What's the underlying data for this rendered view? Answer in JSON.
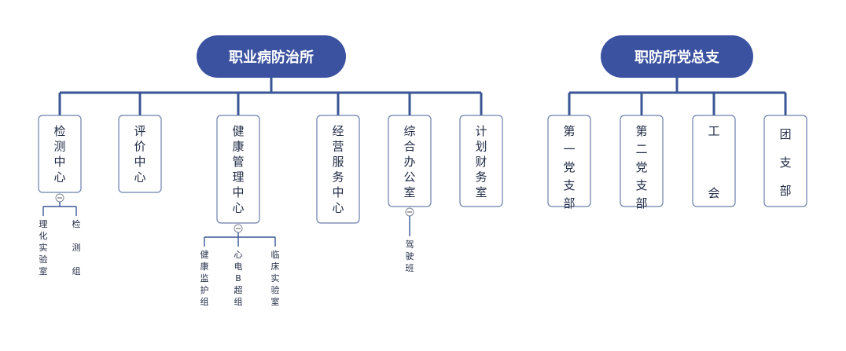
{
  "roots": [
    {
      "label": "职业病防治所",
      "children": [
        {
          "label": "检测中心",
          "subs": [
            "理化实验室",
            "检测组"
          ]
        },
        {
          "label": "评价中心",
          "subs": []
        },
        {
          "label": "健康管理中心",
          "subs": [
            "健康监护组",
            "心电B超组",
            "临床实验室"
          ]
        },
        {
          "label": "经营服务中心",
          "subs": []
        },
        {
          "label": "综合办公室",
          "subs": [
            "驾驶班"
          ]
        },
        {
          "label": "计划财务室",
          "subs": []
        }
      ]
    },
    {
      "label": "职防所党总支",
      "children": [
        {
          "label": "第一党支部",
          "subs": []
        },
        {
          "label": "第二党支部",
          "subs": []
        },
        {
          "label": "工会",
          "subs": []
        },
        {
          "label": "团支部",
          "subs": []
        }
      ]
    }
  ],
  "colors": {
    "root_fill": "#3b52a0",
    "line": "#3a5596",
    "text": "#1f2a44"
  }
}
